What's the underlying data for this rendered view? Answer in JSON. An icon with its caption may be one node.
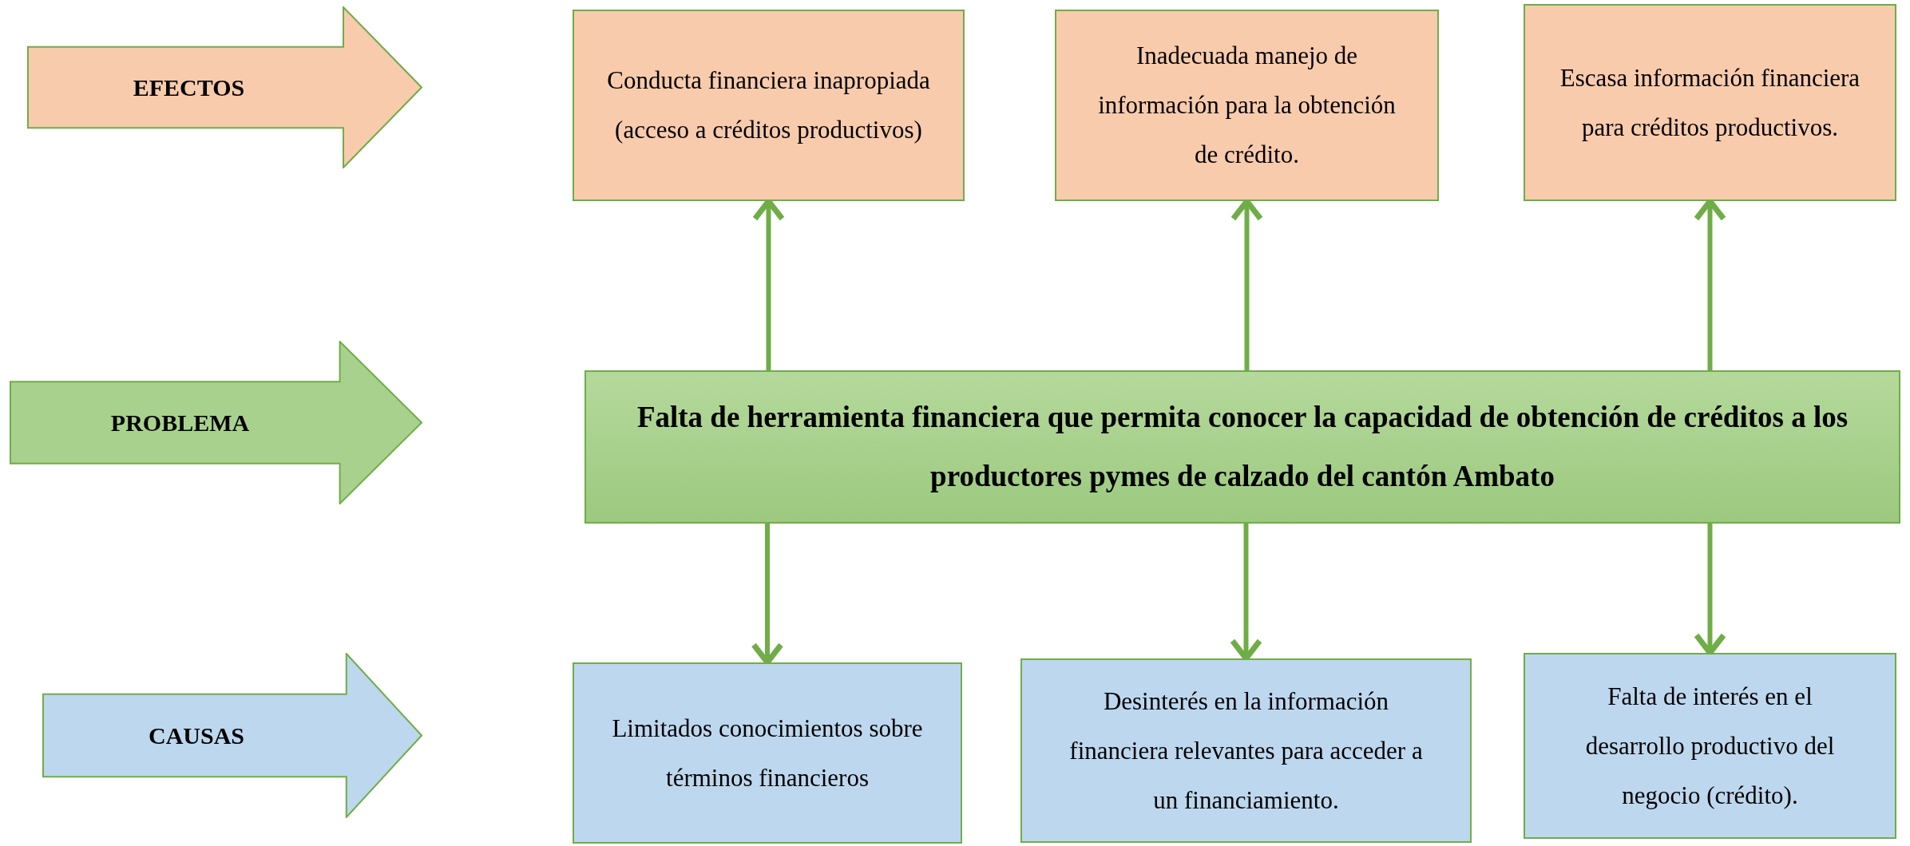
{
  "diagram": {
    "nodes": [
      {
        "text": [
          "EFECTOS"
        ]
      },
      {
        "text": [
          "Conducta financiera inapropiada (acceso a créditos productivos)"
        ]
      },
      {
        "text": [
          "Inadecuada manejo de información para la obtención de crédito."
        ]
      },
      {
        "text": [
          "Escasa información financiera para créditos productivos."
        ]
      },
      {
        "text": [
          "PROBLEMA"
        ]
      },
      {
        "text": [
          "Falta de herramienta financiera que permita conocer la capacidad de obtención de créditos a los productores pymes de calzado del cantón Ambato"
        ]
      },
      {
        "text": [
          "CAUSAS"
        ]
      },
      {
        "text": [
          "Limitados conocimientos sobre términos financieros"
        ]
      },
      {
        "text": [
          "Desinterés en la información financiera relevantes para acceder a un financiamiento."
        ]
      },
      {
        "text": [
          "Falta de interés en el desarrollo productivo del negocio (crédito)."
        ]
      }
    ],
    "edges": [
      {
        "from": 5,
        "to": 1,
        "arrow": "to"
      },
      {
        "from": 5,
        "to": 2,
        "arrow": "to"
      },
      {
        "from": 5,
        "to": 3,
        "arrow": "to"
      },
      {
        "from": 5,
        "to": 7,
        "arrow": "to"
      },
      {
        "from": 5,
        "to": 8,
        "arrow": "to"
      },
      {
        "from": 5,
        "to": 9,
        "arrow": "to"
      }
    ]
  }
}
